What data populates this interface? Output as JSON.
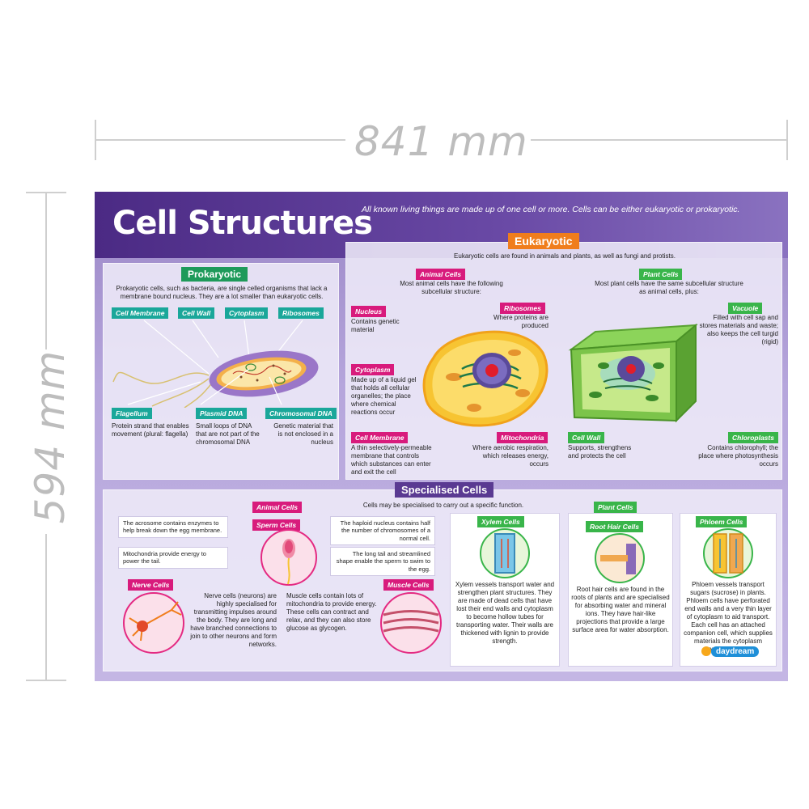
{
  "dimensions": {
    "width": "841 mm",
    "height": "594 mm"
  },
  "poster": {
    "title": "Cell Structures",
    "intro": "All known living things are made up of one cell or more. Cells can be either eukaryotic or prokaryotic.",
    "prokaryotic": {
      "header": "Prokaryotic",
      "desc": "Prokaryotic cells, such as bacteria, are single celled organisms that lack a membrane bound nucleus. They are a lot smaller than eukaryotic cells.",
      "labels": {
        "cell_membrane": "Cell Membrane",
        "cell_wall": "Cell Wall",
        "cytoplasm": "Cytoplasm",
        "ribosomes": "Ribosomes",
        "flagellum": "Flagellum",
        "plasmid_dna": "Plasmid DNA",
        "chromosomal_dna": "Chromosomal DNA"
      },
      "notes": {
        "flagellum": "Protein strand that enables movement (plural: flagella)",
        "plasmid_dna": "Small loops of DNA that are not part of the chromosomal DNA",
        "chromosomal_dna": "Genetic material that is not enclosed in a nucleus"
      }
    },
    "eukaryotic": {
      "header": "Eukaryotic",
      "desc": "Eukaryotic cells are found in animals and plants, as well as fungi and protists.",
      "animal": {
        "header": "Animal Cells",
        "desc": "Most animal cells have the following subcellular structure:",
        "labels": {
          "nucleus": "Nucleus",
          "ribosomes": "Ribosomes",
          "cytoplasm": "Cytoplasm",
          "cell_membrane": "Cell Membrane",
          "mitochondria": "Mitochondria"
        },
        "notes": {
          "nucleus": "Contains genetic material",
          "ribosomes": "Where proteins are produced",
          "cytoplasm": "Made up of a liquid gel that holds all cellular organelles; the place where chemical reactions occur",
          "cell_membrane": "A thin selectively-permeable membrane that controls which substances can enter and exit the cell",
          "mitochondria": "Where aerobic respiration, which releases energy, occurs"
        }
      },
      "plant": {
        "header": "Plant Cells",
        "desc": "Most plant cells have the same subcellular structure as animal cells, plus:",
        "labels": {
          "vacuole": "Vacuole",
          "cell_wall": "Cell Wall",
          "chloroplasts": "Chloroplasts"
        },
        "notes": {
          "vacuole": "Filled with cell sap and stores materials and waste; also keeps the cell turgid (rigid)",
          "cell_wall": "Supports, strengthens and protects the cell",
          "chloroplasts": "Contains chlorophyll; the place where photosynthesis occurs"
        }
      }
    },
    "specialised": {
      "header": "Specialised Cells",
      "desc": "Cells may be specialised to carry out a specific function.",
      "animal_header": "Animal Cells",
      "sperm": {
        "label": "Sperm Cells",
        "acrosome": "The acrosome contains enzymes to help break down the egg membrane.",
        "mitochondria": "Mitochondria provide energy to power the tail.",
        "nucleus": "The haploid nucleus contains half the number of chromosomes of a normal cell.",
        "tail": "The long tail and streamlined shape enable the sperm to swim to the egg."
      },
      "nerve": {
        "label": "Nerve Cells",
        "text": "Nerve cells (neurons) are highly specialised for transmitting impulses around the body. They are long and have branched connections to join to other neurons and form networks."
      },
      "muscle": {
        "label": "Muscle Cells",
        "text": "Muscle cells contain lots of mitochondria to provide energy. These cells can contract and relax, and they can also store glucose as glycogen."
      },
      "plant_header": "Plant Cells",
      "xylem": {
        "label": "Xylem Cells",
        "text": "Xylem vessels transport water and strengthen plant structures. They are made of dead cells that have lost their end walls and cytoplasm to become hollow tubes for transporting water. Their walls are thickened with lignin to provide strength."
      },
      "root_hair": {
        "label": "Root Hair Cells",
        "text": "Root hair cells are found in the roots of plants and are specialised for absorbing water and mineral ions. They have hair-like projections that provide a large surface area for water absorption."
      },
      "phloem": {
        "label": "Phloem Cells",
        "text": "Phloem vessels transport sugars (sucrose) in plants. Phloem cells have perforated end walls and a very thin layer of cytoplasm to aid transport. Each cell has an attached companion cell, which supplies materials the cytoplasm normally makes."
      }
    },
    "brand": "daydream"
  }
}
